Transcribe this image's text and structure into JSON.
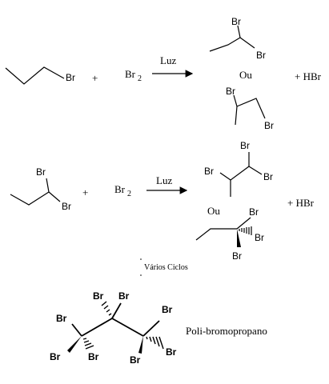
{
  "reaction1": {
    "reactant_atom": "Br",
    "plus1": "+",
    "reagent": "Br",
    "reagent_sub": "2",
    "condition": "Luz",
    "product_a_atoms": [
      "Br",
      "Br"
    ],
    "ou": "Ou",
    "product_b_atoms": [
      "Br",
      "Br"
    ],
    "byproduct": "+ HBr"
  },
  "reaction2": {
    "reactant_atoms": [
      "Br",
      "Br"
    ],
    "plus1": "+",
    "reagent": "Br",
    "reagent_sub": "2",
    "condition": "Luz",
    "product_a_atoms": [
      "Br",
      "Br",
      "Br"
    ],
    "ou": "Ou",
    "product_b_atoms": [
      "Br",
      "Br",
      "Br"
    ],
    "byproduct": "+ HBr"
  },
  "cycles_note": "Vários Ciclos",
  "final": {
    "atoms": [
      "Br",
      "Br",
      "Br",
      "Br",
      "Br",
      "Br",
      "Br",
      "Br"
    ],
    "name": "Poli-bromopropano"
  }
}
